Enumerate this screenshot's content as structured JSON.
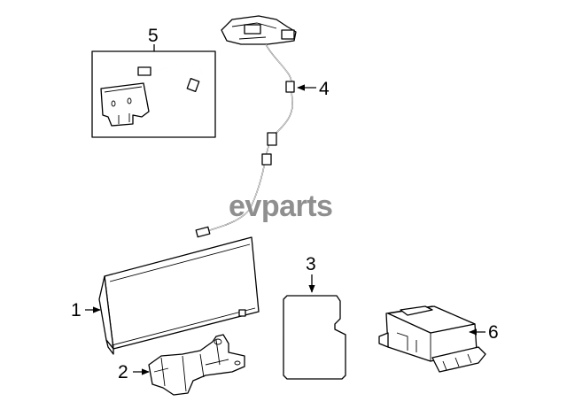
{
  "watermark": "evparts",
  "callouts": {
    "c1": "1",
    "c2": "2",
    "c3": "3",
    "c4": "4",
    "c5": "5",
    "c6": "6"
  }
}
